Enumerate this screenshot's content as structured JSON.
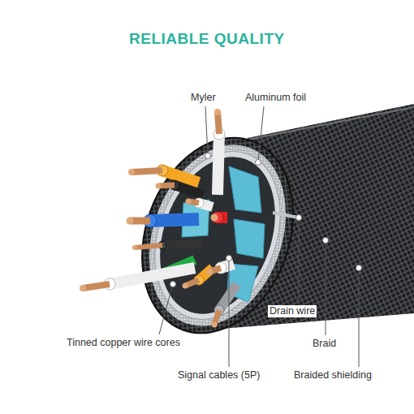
{
  "diagram": {
    "title": "RELIABLE QUALITY",
    "labels": [
      "Myler",
      "Aluminum foil",
      "Drain wire",
      "Tinned copper wire cores",
      "Braid",
      "Signal cables (5P)",
      "Braided shielding"
    ]
  }
}
